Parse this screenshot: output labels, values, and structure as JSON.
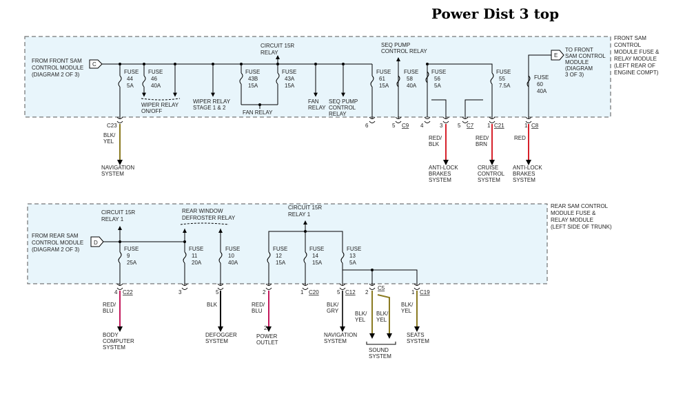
{
  "title": "Power Dist 3 top",
  "colors": {
    "panel_fill": "#e8f5fb",
    "red": "#d6202a",
    "pink": "#c2185b",
    "black": "#000000",
    "yellow_wire": "#8a7a20",
    "blk_grn": "#333333"
  },
  "top": {
    "module_label": [
      "FRONT SAM",
      "CONTROL",
      "MODULE FUSE &",
      "RELAY MODULE",
      "(LEFT REAR OF",
      "ENGINE COMPT)"
    ],
    "from_label": [
      "FROM FRONT SAM",
      "CONTROL MODULE",
      "(DIAGRAM 2 OF 3)"
    ],
    "from_marker": "C",
    "to_marker": "E",
    "to_label": [
      "TO FRONT",
      "SAM CONTROL",
      "MODULE",
      "(DIAGRAM",
      "3 OF 3)"
    ],
    "circuit_relay": [
      "CIRCUIT 15R",
      "RELAY"
    ],
    "seq_relay": [
      "SEQ PUMP",
      "CONTROL RELAY"
    ],
    "fuses": [
      {
        "name": "FUSE",
        "num": "44",
        "amp": "5A"
      },
      {
        "name": "FUSE",
        "num": "46",
        "amp": "40A"
      },
      {
        "name": "FUSE",
        "num": "43B",
        "amp": "15A"
      },
      {
        "name": "FUSE",
        "num": "43A",
        "amp": "15A"
      },
      {
        "name": "FUSE",
        "num": "61",
        "amp": "15A"
      },
      {
        "name": "FUSE",
        "num": "58",
        "amp": "40A"
      },
      {
        "name": "FUSE",
        "num": "56",
        "amp": "5A"
      },
      {
        "name": "FUSE",
        "num": "55",
        "amp": "7.5A"
      },
      {
        "name": "FUSE",
        "num": "60",
        "amp": "40A"
      }
    ],
    "labels": {
      "wiper_onoff": [
        "WIPER RELAY",
        "ON/OFF"
      ],
      "wiper_stage": [
        "WIPER RELAY",
        "STAGE 1 & 2"
      ],
      "fan_relay": "FAN RELAY",
      "fan_relay2": [
        "FAN",
        "RELAY"
      ],
      "seq_relay2": [
        "SEQ PUMP",
        "CONTROL",
        "RELAY"
      ]
    },
    "pins": [
      "6",
      "5",
      "4",
      "3",
      "5",
      "1",
      "1"
    ],
    "connectors": [
      "C23",
      "C9",
      "C7",
      "C21",
      "C8"
    ],
    "wires": [
      {
        "color": [
          "BLK/",
          "YEL"
        ],
        "dest": [
          "NAVIGATION",
          "SYSTEM"
        ]
      },
      {
        "color": [
          "RED/",
          "BLK"
        ],
        "dest": [
          "ANTI-LOCK",
          "BRAKES",
          "SYSTEM"
        ]
      },
      {
        "color": [
          "RED/",
          "BRN"
        ],
        "dest": [
          "CRUISE",
          "CONTROL",
          "SYSTEM"
        ]
      },
      {
        "color": [
          "RED"
        ],
        "dest": [
          "ANTI-LOCK",
          "BRAKES",
          "SYSTEM"
        ]
      }
    ]
  },
  "bottom": {
    "module_label": [
      "REAR SAM CONTROL",
      "MODULE FUSE &",
      "RELAY MODULE",
      "(LEFT SIDE OF TRUNK)"
    ],
    "from_label": [
      "FROM REAR SAM",
      "CONTROL MODULE",
      "(DIAGRAM 2 OF 3)"
    ],
    "from_marker": "D",
    "relay1": [
      "CIRCUIT 15R",
      "RELAY 1"
    ],
    "rear_window": [
      "REAR WINDOW",
      "DEFROSTER RELAY"
    ],
    "relay2": [
      "CIRCUIT 15R",
      "RELAY 1"
    ],
    "fuses": [
      {
        "name": "FUSE",
        "num": "9",
        "amp": "25A"
      },
      {
        "name": "FUSE",
        "num": "11",
        "amp": "20A"
      },
      {
        "name": "FUSE",
        "num": "10",
        "amp": "40A"
      },
      {
        "name": "FUSE",
        "num": "12",
        "amp": "15A"
      },
      {
        "name": "FUSE",
        "num": "14",
        "amp": "15A"
      },
      {
        "name": "FUSE",
        "num": "13",
        "amp": "5A"
      }
    ],
    "pins": [
      "4",
      "3",
      "5",
      "2",
      "1",
      "5",
      "2",
      "1"
    ],
    "connectors": [
      "C22",
      "C20",
      "C12",
      "C5",
      "C19"
    ],
    "wires": [
      {
        "color": [
          "RED/",
          "BLU"
        ],
        "dest": [
          "BODY",
          "COMPUTER",
          "SYSTEM"
        ]
      },
      {
        "color": [
          "BLK"
        ],
        "dest": [
          "DEFOGGER",
          "SYSTEM"
        ]
      },
      {
        "color": [
          "RED/",
          "BLU"
        ],
        "dest": [
          "POWER",
          "OUTLET"
        ]
      },
      {
        "color": [
          "BLK/",
          "GRY"
        ],
        "dest": [
          "NAVIGATION",
          "SYSTEM"
        ]
      },
      {
        "color": [
          "BLK/",
          "YEL"
        ],
        "dest": []
      },
      {
        "color": [
          "BLK/",
          "YEL"
        ],
        "dest": [
          "SOUND",
          "SYSTEM"
        ]
      },
      {
        "color": [
          "BLK/",
          "YEL"
        ],
        "dest": [
          "SEATS",
          "SYSTEM"
        ]
      }
    ],
    "plug_pin": "2"
  }
}
